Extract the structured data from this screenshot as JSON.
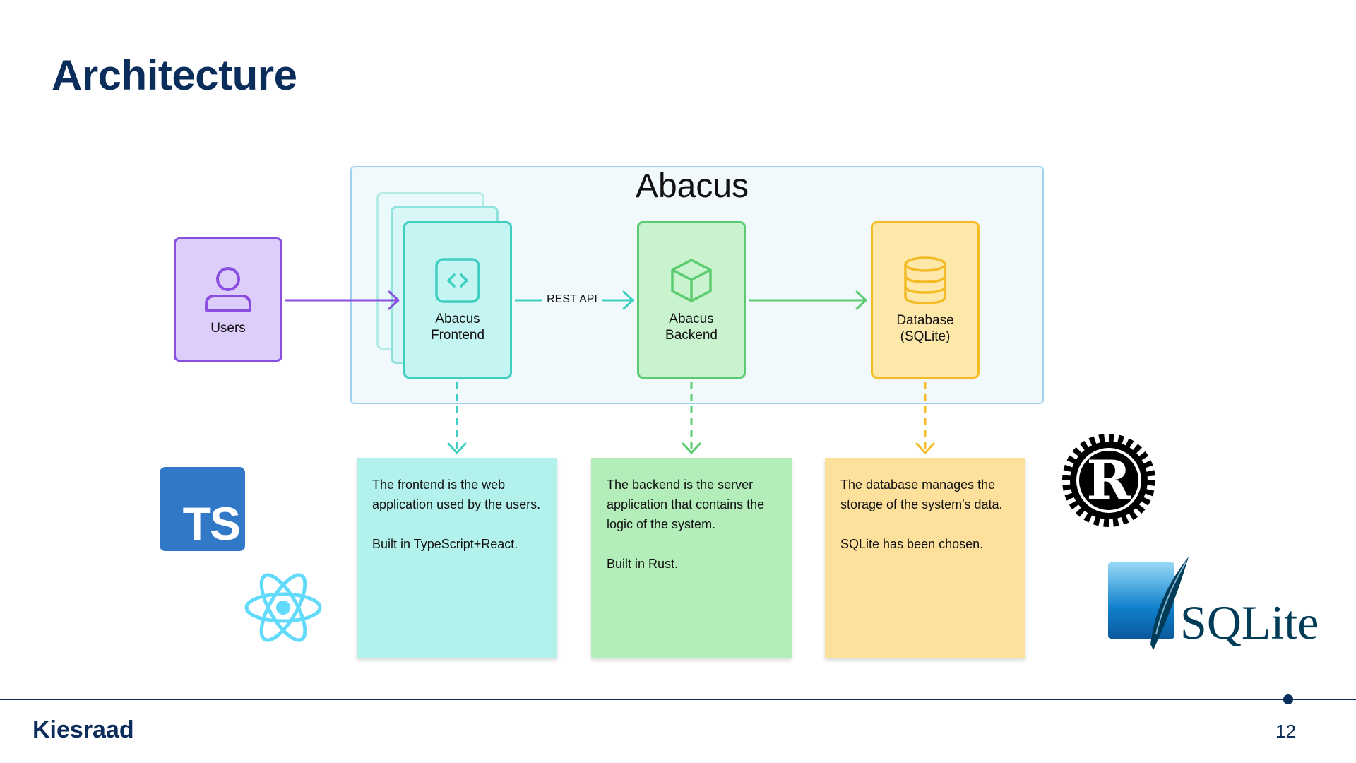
{
  "title": "Architecture",
  "diagram": {
    "container_label": "Abacus",
    "nodes": {
      "users": "Users",
      "frontend": "Abacus\nFrontend",
      "backend": "Abacus\nBackend",
      "database": "Database\n(SQLite)"
    },
    "edge_label": "REST API"
  },
  "notes": {
    "frontend": [
      "The frontend is the web application used by the users.",
      "Built in TypeScript+React."
    ],
    "backend": [
      "The backend is the server application that contains the logic of the system.",
      "Built in Rust."
    ],
    "database": [
      "The database manages the storage of the system's data.",
      "SQLite has been chosen."
    ]
  },
  "logos": {
    "typescript": "TS",
    "react": "react-icon",
    "rust": "R",
    "sqlite": "SQLite"
  },
  "colors": {
    "title": "#0b2d5b",
    "users": "#8a4fe0",
    "frontend": "#3ecfc0",
    "backend": "#5acc6f",
    "database": "#f4bb27",
    "container": "#9dd3f0"
  },
  "footer": {
    "brand": "Kiesraad",
    "page_number": "12"
  }
}
